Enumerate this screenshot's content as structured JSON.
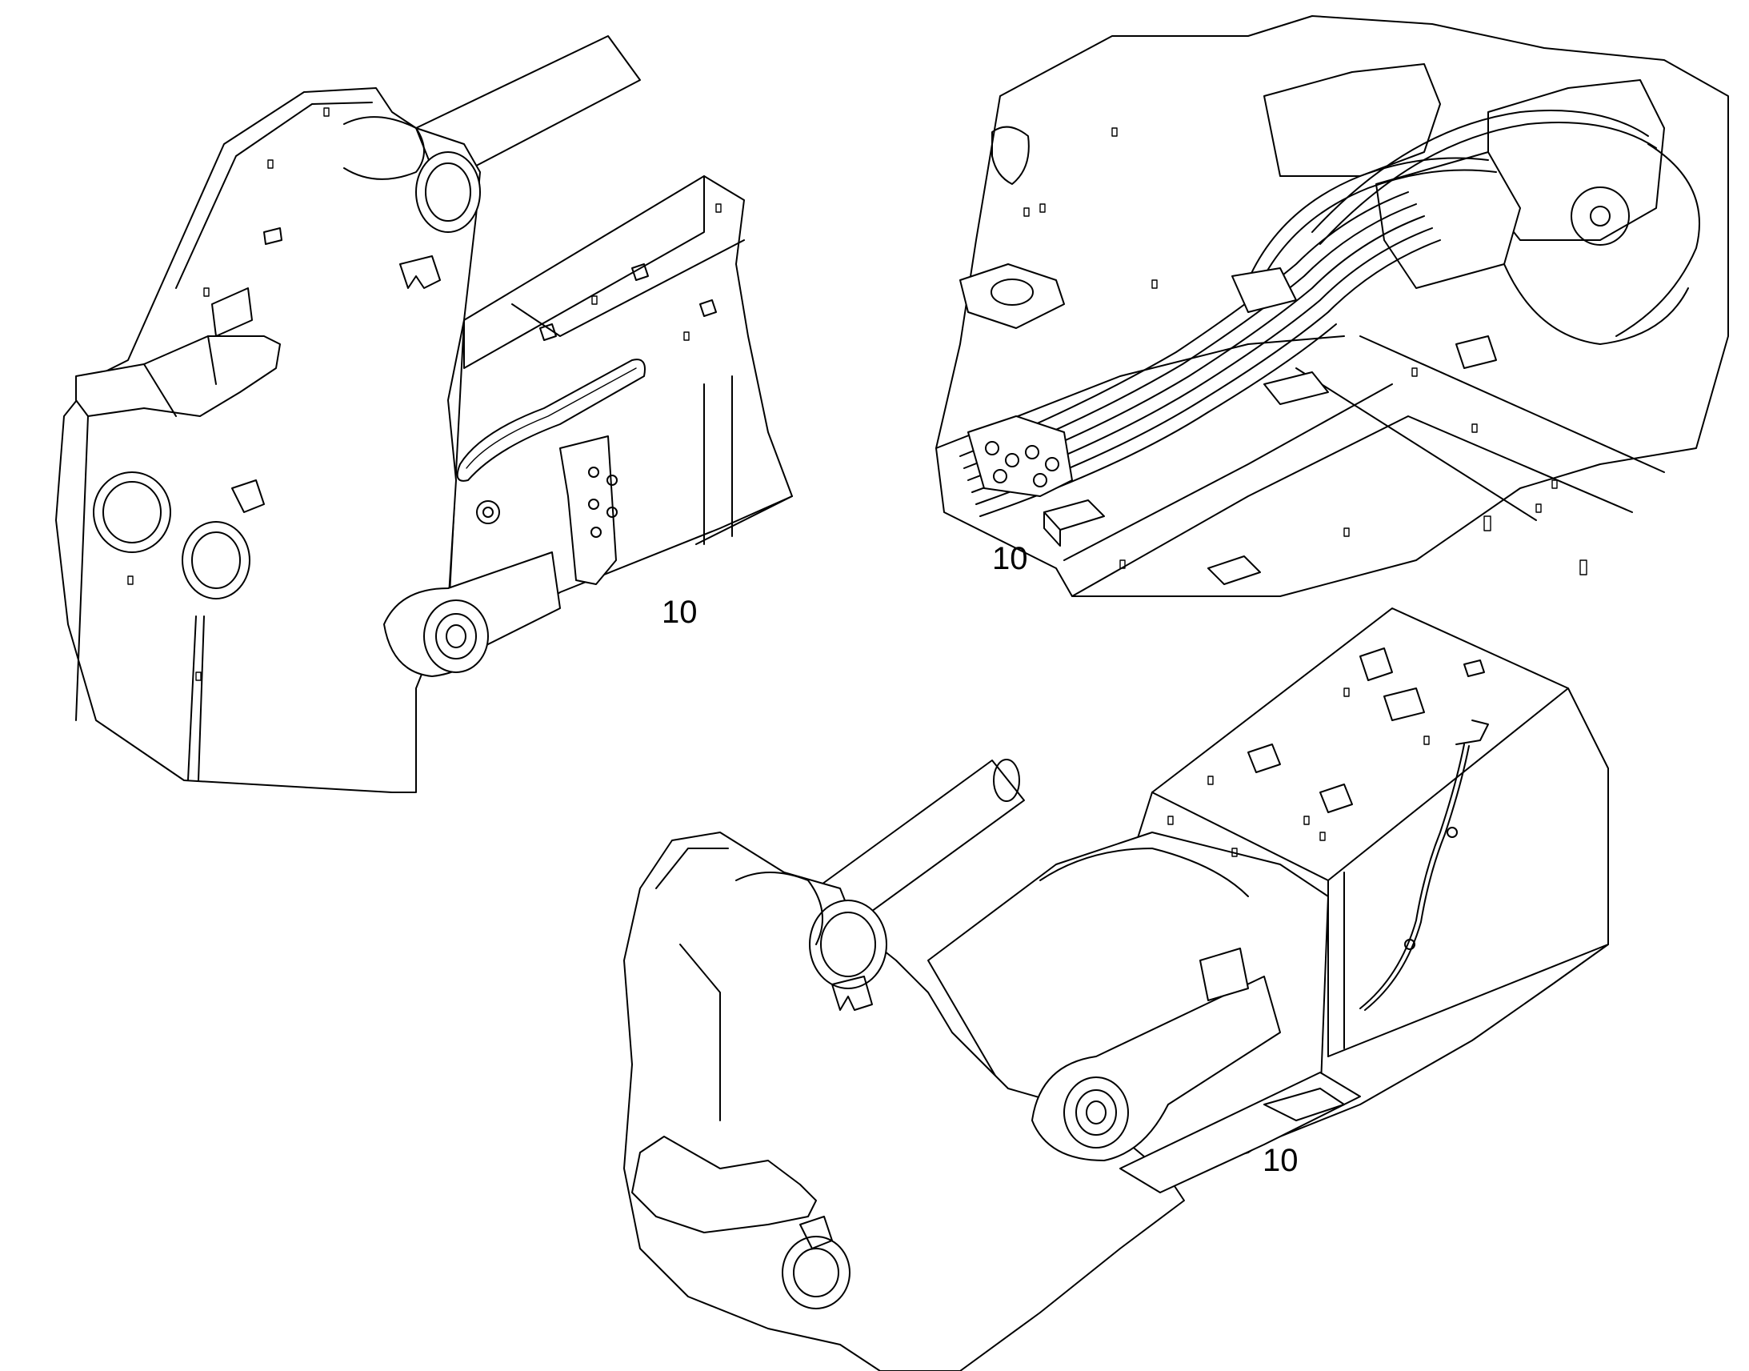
{
  "callouts": [
    {
      "id": "view-left",
      "label": "10"
    },
    {
      "id": "view-top-right",
      "label": "10"
    },
    {
      "id": "view-bottom",
      "label": "10"
    }
  ],
  "colors": {
    "stroke": "#000000",
    "background": "#ffffff"
  }
}
